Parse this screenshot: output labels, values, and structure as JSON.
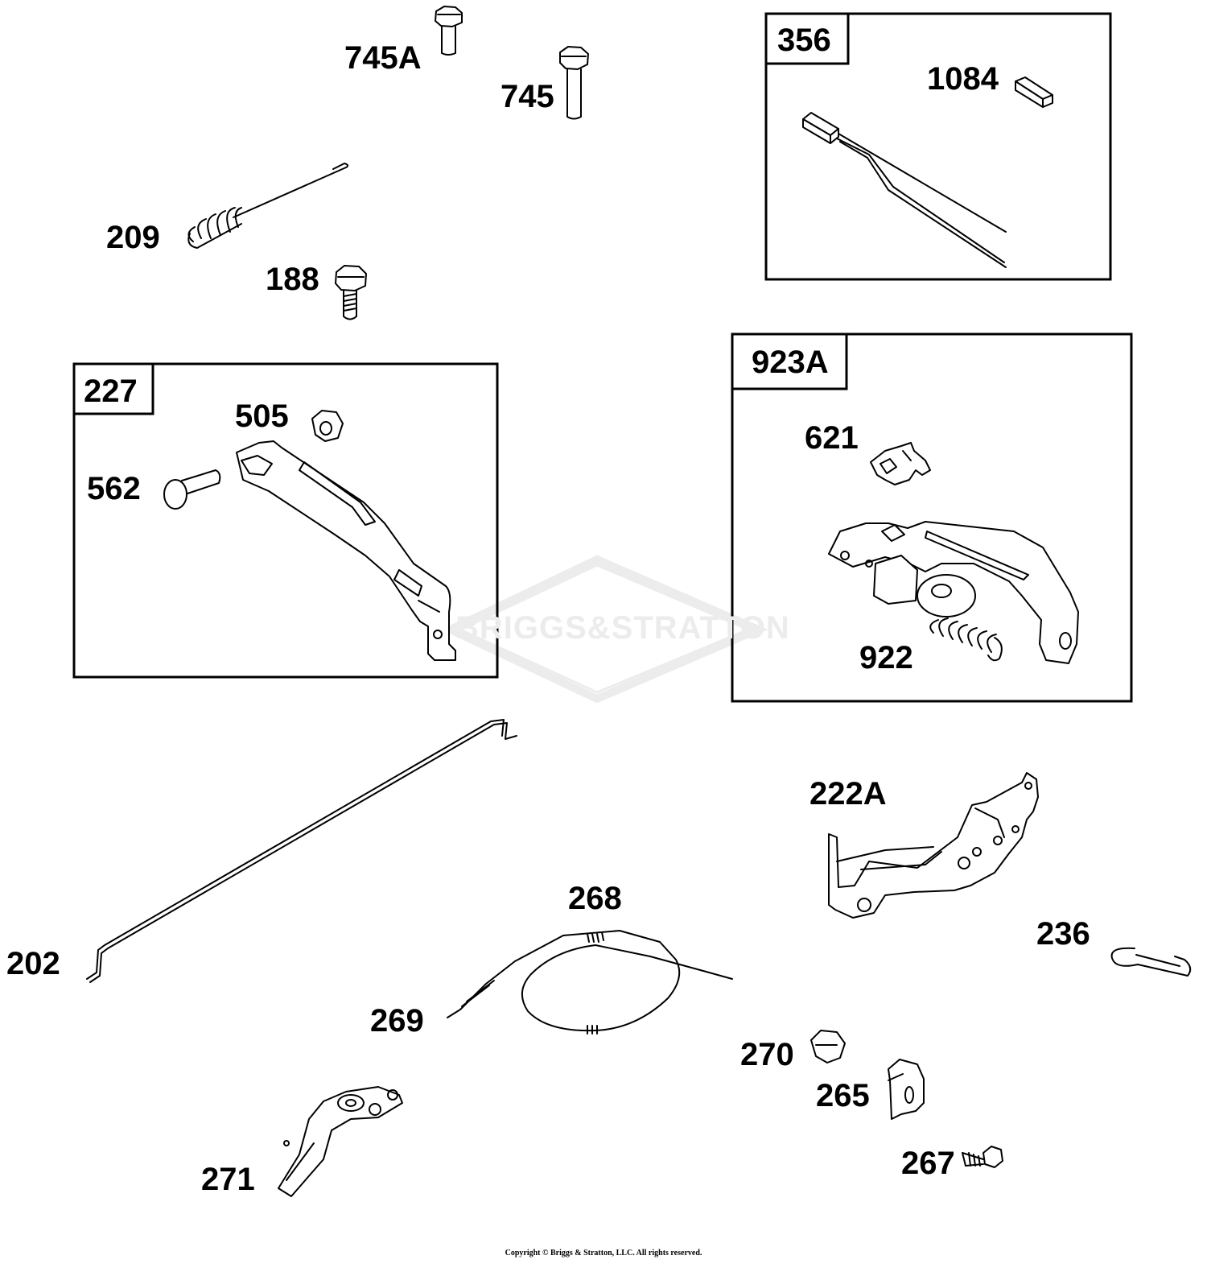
{
  "watermark": "BRIGGS&STRATTON",
  "copyright": "Copyright © Briggs & Stratton, LLC. All rights reserved.",
  "labels": {
    "p745A": "745A",
    "p745": "745",
    "p209": "209",
    "p188": "188",
    "p356": "356",
    "p1084": "1084",
    "p227": "227",
    "p505": "505",
    "p562": "562",
    "p923A": "923A",
    "p621": "621",
    "p922": "922",
    "p202": "202",
    "p222A": "222A",
    "p236": "236",
    "p268": "268",
    "p269": "269",
    "p270": "270",
    "p265": "265",
    "p267": "267",
    "p271": "271"
  }
}
